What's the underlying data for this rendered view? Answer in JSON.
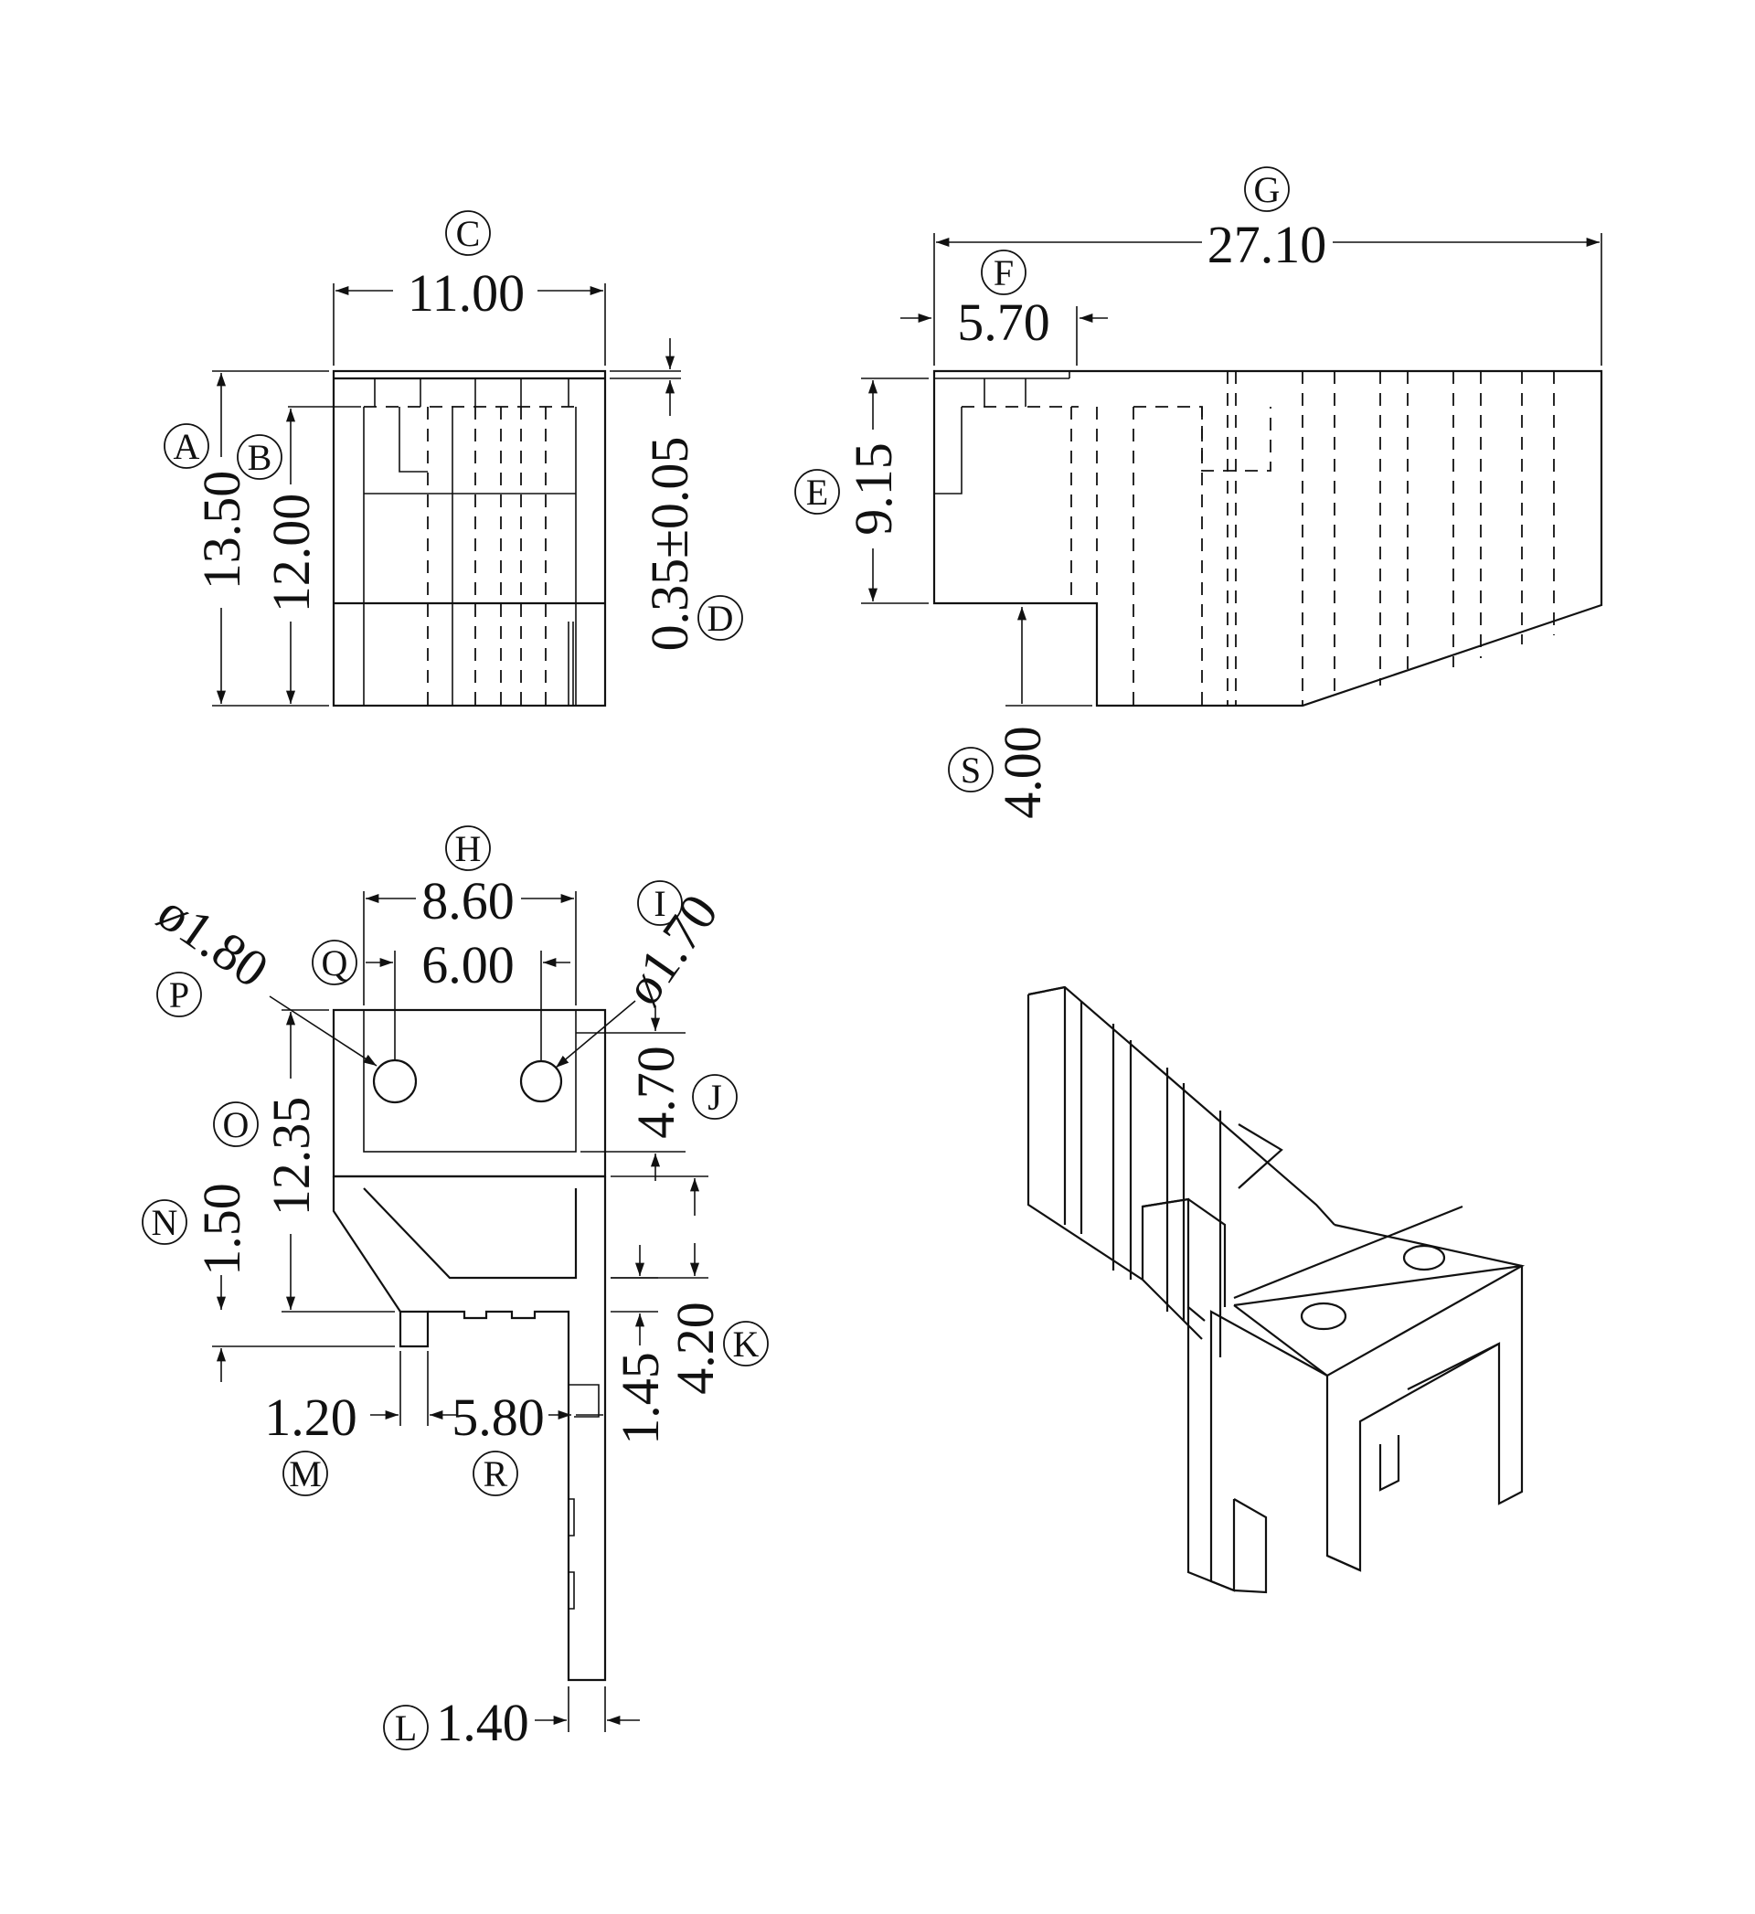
{
  "title": "Bobbin dimensional drawing",
  "colors": {
    "line": "#111111",
    "background": "#ffffff"
  },
  "labels": {
    "A": "A",
    "B": "B",
    "C": "C",
    "D": "D",
    "E": "E",
    "F": "F",
    "G": "G",
    "H": "H",
    "I": "I",
    "J": "J",
    "K": "K",
    "L": "L",
    "M": "M",
    "N": "N",
    "O": "O",
    "P": "P",
    "Q": "Q",
    "R": "R",
    "S": "S"
  },
  "dimensions": {
    "A": "13.50",
    "B": "12.00",
    "C": "11.00",
    "D": "0.35±0.05",
    "E": "9.15",
    "F": "5.70",
    "G": "27.10",
    "H": "8.60",
    "I": "ø1.70",
    "J": "4.70",
    "K": "4.20",
    "L": "1.40",
    "M": "1.20",
    "N": "1.50",
    "O": "12.35",
    "P": "ø1.80",
    "Q": "6.00",
    "R": "5.80",
    "S": "4.00",
    "K2": "1.45"
  }
}
